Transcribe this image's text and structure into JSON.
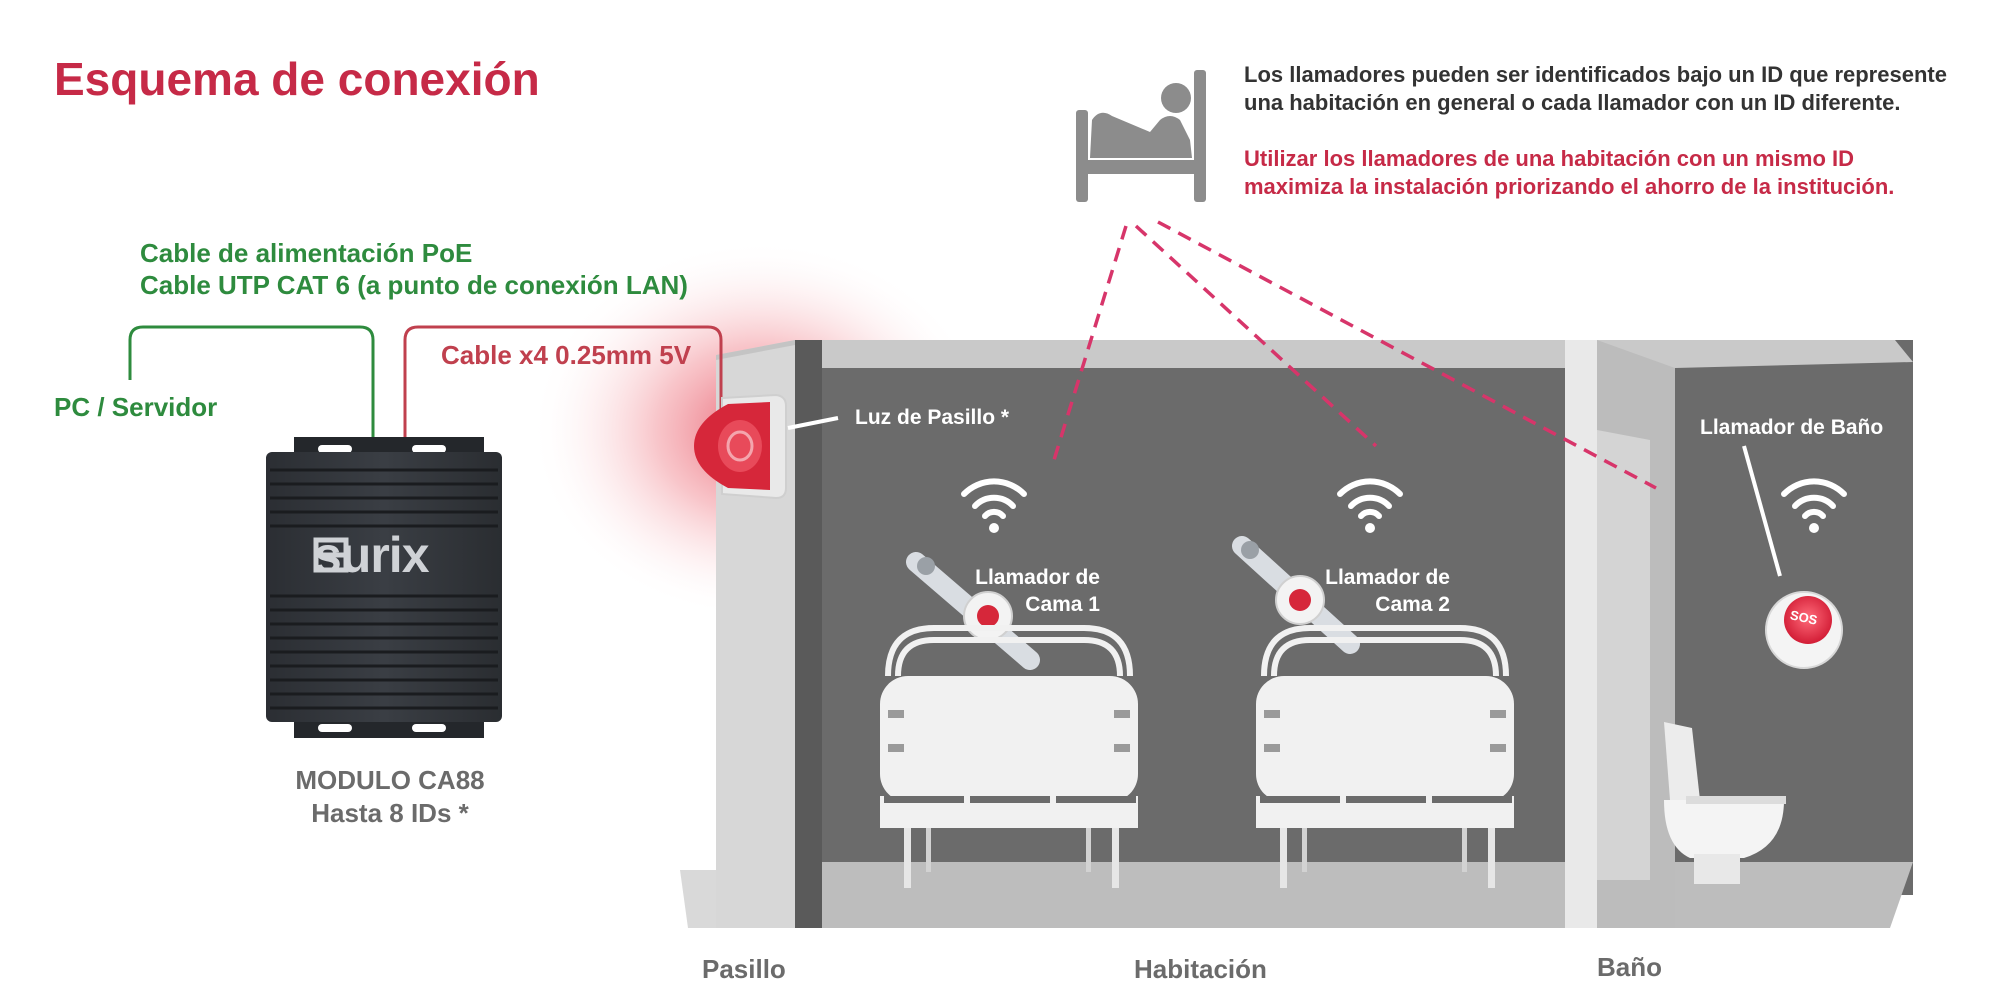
{
  "title": "Esquema de conexión",
  "cables": {
    "poe_line1": "Cable de alimentación PoE",
    "poe_line2": "Cable UTP CAT 6 (a punto de conexión LAN)",
    "x4": "Cable x4 0.25mm 5V"
  },
  "pc_label": "PC / Servidor",
  "module": {
    "logo": "surix",
    "name": "MODULO CA88",
    "capacity": "Hasta 8 IDs *"
  },
  "info": {
    "line1": "Los llamadores pueden ser identificados bajo un ID que represente",
    "line2": "una habitación en general o cada llamador con un ID diferente.",
    "highlight1": "Utilizar los llamadores de una habitación con un mismo ID",
    "highlight2": "maximiza la instalación priorizando el ahorro de la institución."
  },
  "scene": {
    "hall_light": "Luz de Pasillo *",
    "bed1_line1": "Llamador de",
    "bed1_line2": "Cama 1",
    "bed2_line1": "Llamador de",
    "bed2_line2": "Cama 2",
    "bath_caller": "Llamador de Baño",
    "sos": "SOS"
  },
  "zones": {
    "hall": "Pasillo",
    "room": "Habitación",
    "bath": "Baño"
  },
  "colors": {
    "brand_red": "#c62a47",
    "cable_green": "#2e8b3e",
    "cable_red": "#c0404e",
    "wall_dark": "#6b6b6b",
    "wall_light": "#c8c8c8"
  }
}
